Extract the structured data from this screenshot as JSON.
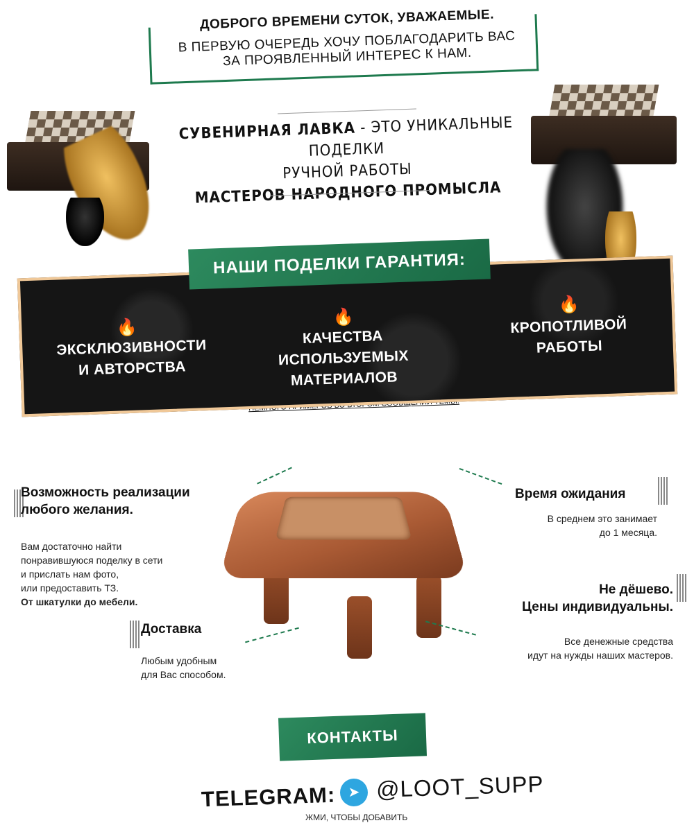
{
  "greeting": {
    "title": "ДОБРОГО ВРЕМЕНИ СУТОК, УВАЖАЕМЫЕ.",
    "line1": "В ПЕРВУЮ ОЧЕРЕДЬ ХОЧУ ПОБЛАГОДАРИТЬ ВАС",
    "line2": "ЗА ПРОЯВЛЕННЫЙ ИНТЕРЕС К НАМ."
  },
  "headline": {
    "brand": "СУВЕНИРНАЯ ЛАВКА",
    "rest1": " - ЭТО УНИКАЛЬНЫЕ ПОДЕЛКИ",
    "line2": "РУЧНОЙ РАБОТЫ",
    "line3": "МАСТЕРОВ НАРОДНОГО ПРОМЫСЛА"
  },
  "guarantee": {
    "title": "НАШИ ПОДЕЛКИ ГАРАНТИЯ:",
    "items": [
      {
        "line1": "ЭКСКЛЮЗИВНОСТИ",
        "line2": "И АВТОРСТВА",
        "icon": "flame-icon"
      },
      {
        "line1": "КАЧЕСТВА ИСПОЛЬЗУЕМЫХ",
        "line2": "МАТЕРИАЛОВ",
        "icon": "flame-icon"
      },
      {
        "line1": "КРОПОТЛИВОЙ",
        "line2": "РАБОТЫ",
        "icon": "flame-icon"
      }
    ],
    "examples_link": "НЕМНОГО ПРИМЕРОВ ВО ВТОРОМ СООБЩЕНИИ ТЕМЫ."
  },
  "features": {
    "realization": {
      "title1": "Возможность реализации",
      "title2": "любого желания.",
      "text1": "Вам достаточно найти",
      "text2": "понравившуюся поделку в сети",
      "text3": "и прислать нам фото,",
      "text4": "или предоставить ТЗ.",
      "bold": "От шкатулки до мебели."
    },
    "waiting": {
      "title": "Время ожидания",
      "text1": "В среднем это занимает",
      "text2": "до 1 месяца."
    },
    "price": {
      "title1": "Не дёшево.",
      "title2": "Цены индивидуальны.",
      "text1": "Все денежные средства",
      "text2": "идут на нужды наших мастеров."
    },
    "delivery": {
      "title": "Доставка",
      "text1": "Любым удобным",
      "text2": "для Вас способом."
    }
  },
  "contacts": {
    "title": "КОНТАКТЫ",
    "telegram_label": "TELEGRAM:",
    "telegram_handle": "@LOOT_SUPP",
    "hint": "ЖМИ, ЧТОБЫ ДОБАВИТЬ",
    "icon": "telegram-icon"
  }
}
